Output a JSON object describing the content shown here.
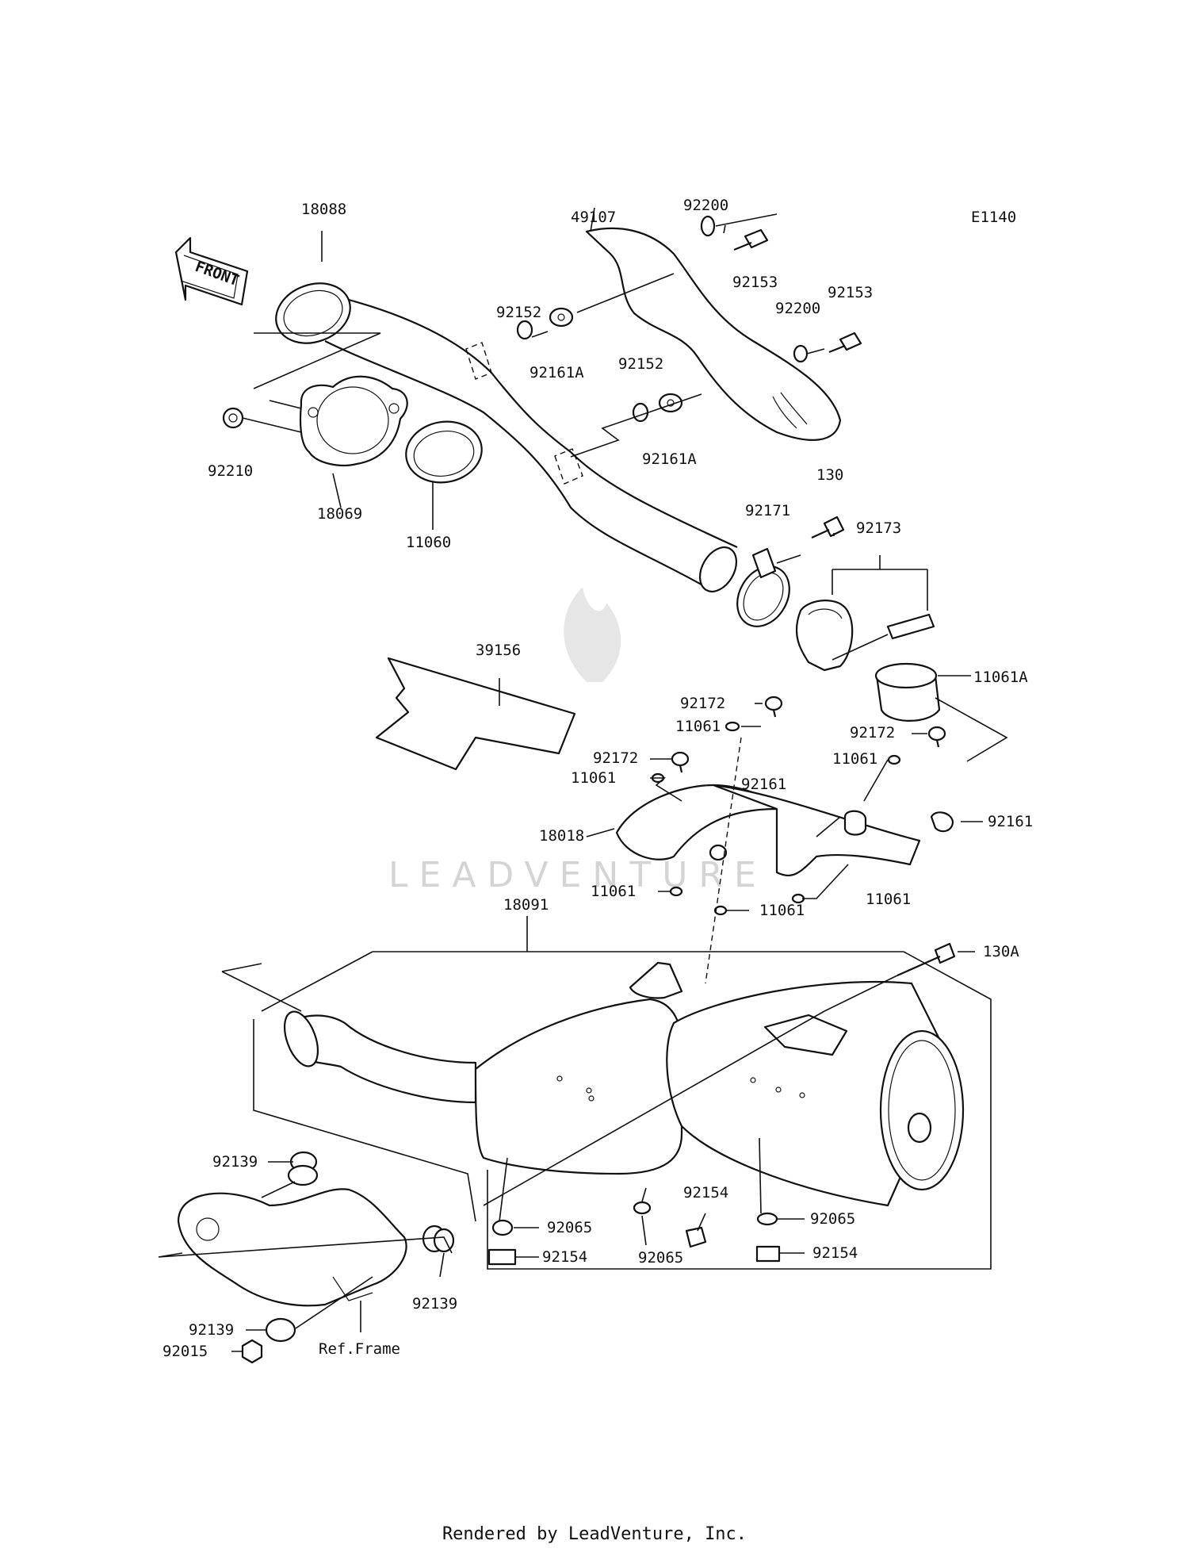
{
  "diagram_code": "E1140",
  "front_marker": "FRONT",
  "watermark": "LEADVENTURE",
  "credit": "Rendered by LeadVenture, Inc.",
  "ref_frame": "Ref.Frame",
  "callouts": {
    "c18088": "18088",
    "c49107": "49107",
    "c92200a": "92200",
    "c92153a": "92153",
    "c92200b": "92200",
    "c92153b": "92153",
    "c92152a": "92152",
    "c92161Aa": "92161A",
    "c92152b": "92152",
    "c92161Ab": "92161A",
    "c92210": "92210",
    "c18069": "18069",
    "c11060": "11060",
    "c130": "130",
    "c92171": "92171",
    "c92173": "92173",
    "c39156": "39156",
    "c11061A": "11061A",
    "c92172a": "92172",
    "c11061a": "11061",
    "c92172b": "92172",
    "c92172c": "92172",
    "c11061b": "11061",
    "c11061c": "11061",
    "c92161a": "92161",
    "c92161b": "92161",
    "c18018": "18018",
    "c11061d": "11061",
    "c11061e": "11061",
    "c11061f": "11061",
    "c18091": "18091",
    "c130A": "130A",
    "c92139a": "92139",
    "c92139b": "92139",
    "c92139c": "92139",
    "c92015": "92015",
    "c92065a": "92065",
    "c92154a": "92154",
    "c92154b": "92154",
    "c92065b": "92065",
    "c92065c": "92065",
    "c92154c": "92154"
  }
}
